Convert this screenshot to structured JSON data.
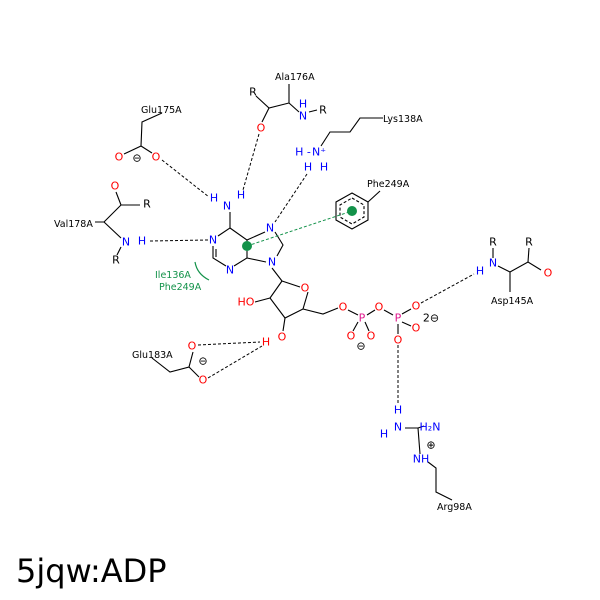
{
  "title": "5jqw:ADP",
  "residues": {
    "glu175": "Glu175A",
    "ala176": "Ala176A",
    "lys138": "Lys138A",
    "phe249": "Phe249A",
    "val178": "Val178A",
    "hydrophobic1": "Ile136A",
    "hydrophobic2": "Phe249A",
    "asp145": "Asp145A",
    "glu183": "Glu183A",
    "arg98": "Arg98A"
  },
  "atoms": {
    "N": "N",
    "O": "O",
    "P": "P",
    "H": "H",
    "R": "R",
    "HO": "HO",
    "NH": "NH",
    "H2N": "H₂N",
    "Hminus": "H -",
    "Nplus": "N⁺"
  },
  "charges": {
    "minus": "⊖",
    "plus": "⊕",
    "two_minus": "2⊖"
  },
  "colors": {
    "nitrogen": "#0000ff",
    "oxygen": "#ff0000",
    "phosphorus": "#e0168c",
    "hydrophobic": "#13924a"
  }
}
